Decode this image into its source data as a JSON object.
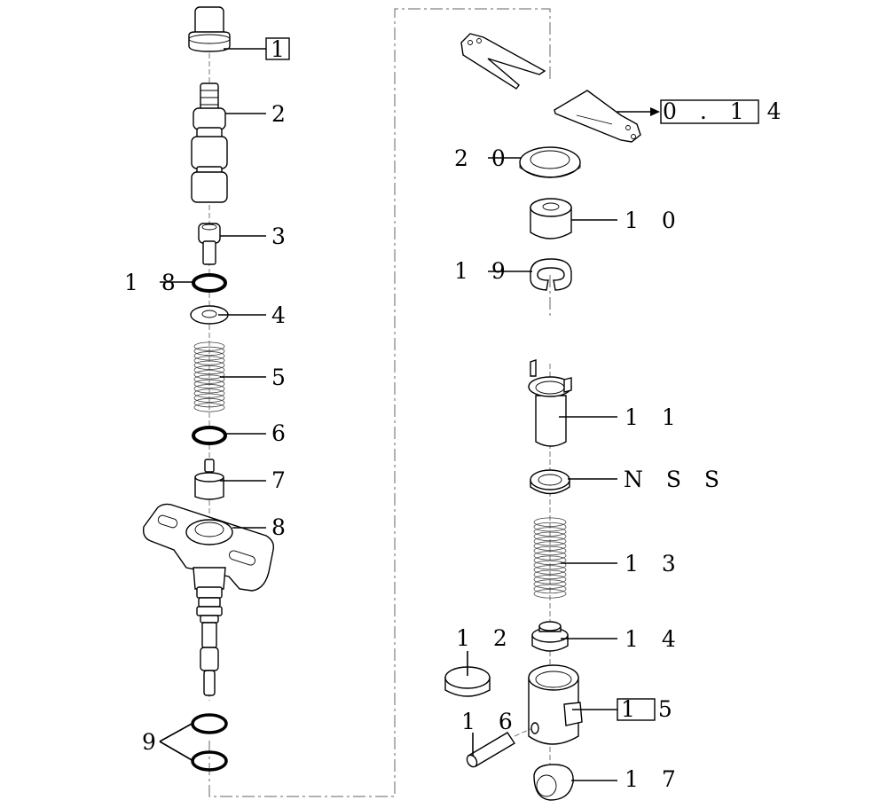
{
  "callouts": {
    "c1": "1",
    "c2": "2",
    "c3": "3",
    "c18": "1 8",
    "c4": "4",
    "c5": "5",
    "c6": "6",
    "c7": "7",
    "c8": "8",
    "c9": "9",
    "c014": "0 . 1 4",
    "c20": "2 0",
    "c10": "1 0",
    "c19": "1 9",
    "c11": "1 1",
    "cnss": "N S S",
    "c13": "1 3",
    "c12": "1 2",
    "c14": "1 4",
    "c16": "1 6",
    "c15": "1 5",
    "c17": "1 7"
  }
}
